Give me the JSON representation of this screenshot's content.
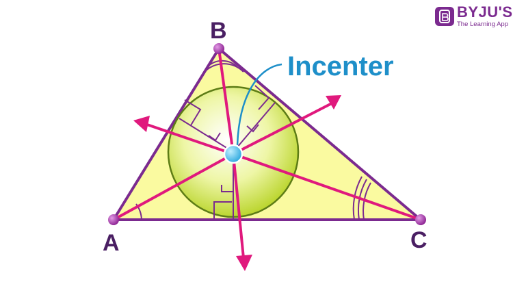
{
  "diagram": {
    "vertex_labels": {
      "a": "A",
      "b": "B",
      "c": "C"
    },
    "callout_label": "Incenter"
  },
  "brand": {
    "name": "BYJU'S",
    "tagline": "The Learning App"
  },
  "colors": {
    "triangle_fill": "#fafaa0",
    "triangle_stroke": "#7b2a8f",
    "incircle": "#c8de3c",
    "bisector": "#e0197d",
    "incenter_dot": "#34b6ea",
    "callout": "#1e8fc9",
    "vertex_dot": "#9b2fa3"
  }
}
